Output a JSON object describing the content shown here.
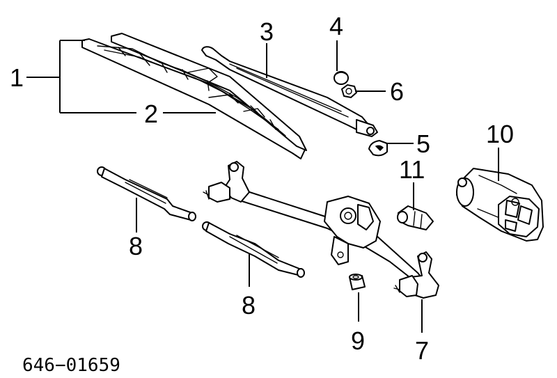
{
  "callouts": {
    "c1": "1",
    "c2": "2",
    "c3": "3",
    "c4": "4",
    "c5": "5",
    "c6": "6",
    "c7": "7",
    "c8a": "8",
    "c8b": "8",
    "c9": "9",
    "c10": "10",
    "c11": "11"
  },
  "diagram_code": "646−01659"
}
